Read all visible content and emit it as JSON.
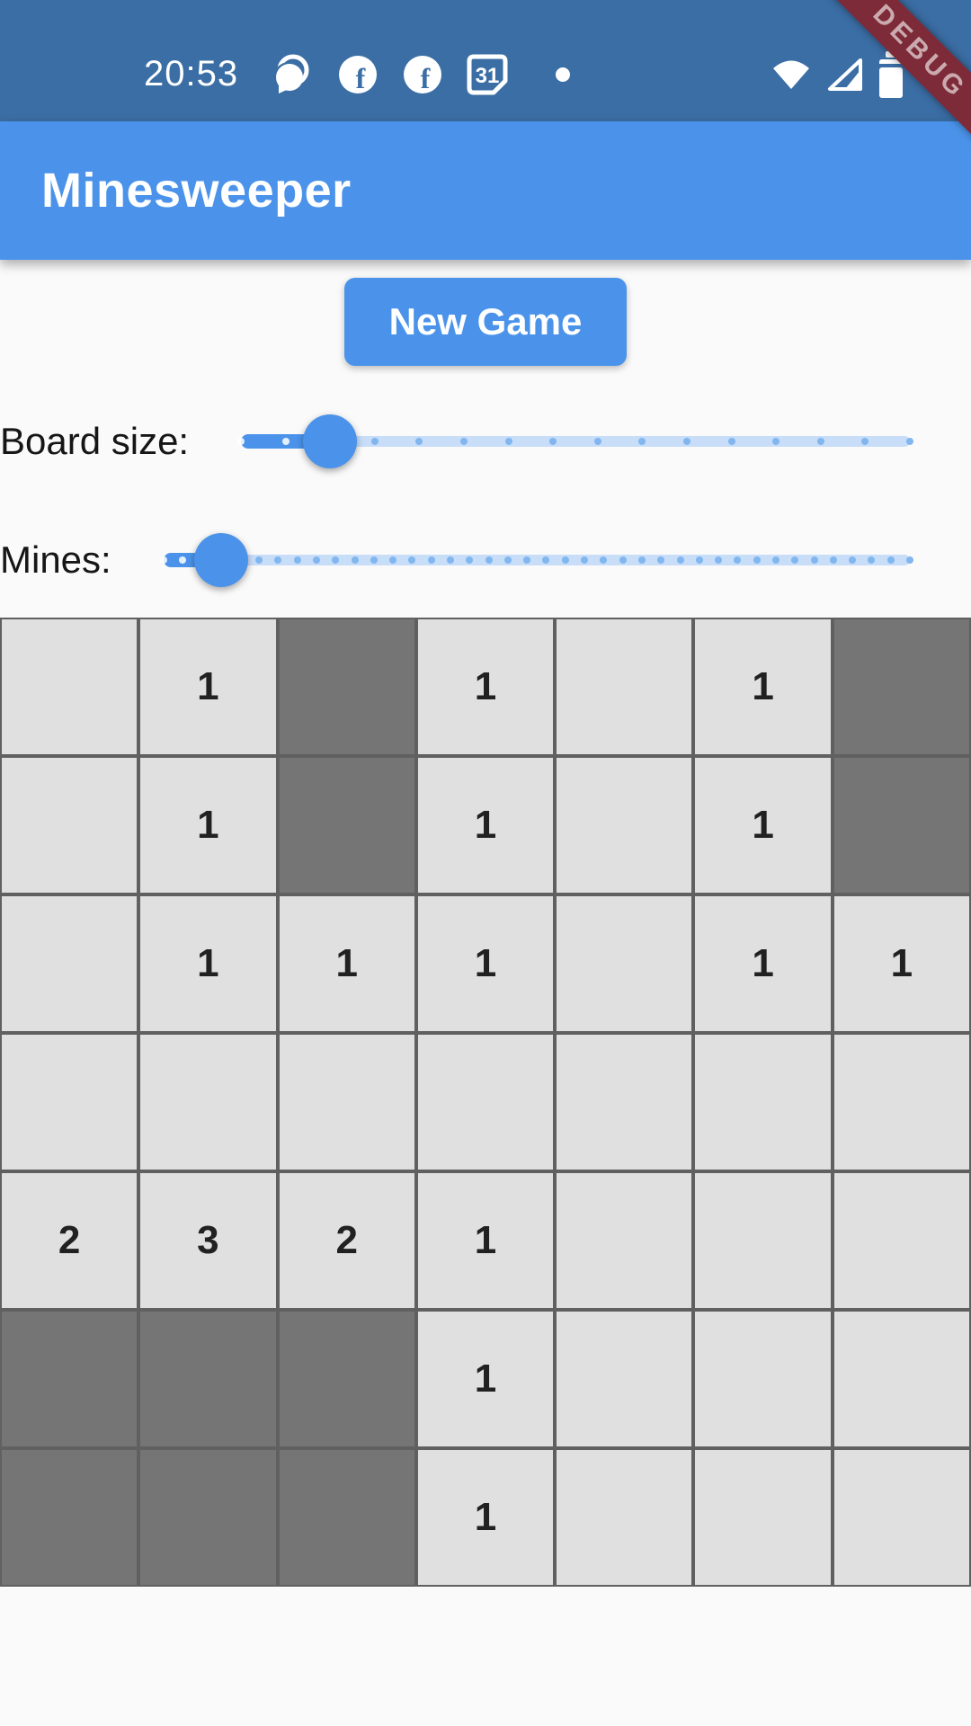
{
  "status_bar": {
    "time": "20:53",
    "calendar_day": "31",
    "icons_left": [
      "chat-bubble",
      "facebook",
      "facebook",
      "calendar",
      "notification-dot"
    ],
    "icons_right": [
      "wifi",
      "cell-signal",
      "battery"
    ]
  },
  "debug_banner": {
    "label": "DEBUG"
  },
  "app_bar": {
    "title": "Minesweeper"
  },
  "controls": {
    "new_game_label": "New Game",
    "board_size_label": "Board size:",
    "mines_label": "Mines:",
    "board_size_slider": {
      "ticks": 16,
      "thumb_frac": 0.1333
    },
    "mines_slider": {
      "ticks": 40,
      "thumb_frac": 0.077
    }
  },
  "board": {
    "cols": 7,
    "rows": 7,
    "legend": {
      "#": "covered cell",
      "": "revealed empty cell",
      "n": "revealed cell with adjacent-mine count"
    },
    "cells": [
      [
        "",
        "1",
        "#",
        "1",
        "",
        "1",
        "#"
      ],
      [
        "",
        "1",
        "#",
        "1",
        "",
        "1",
        "#"
      ],
      [
        "",
        "1",
        "1",
        "1",
        "",
        "1",
        "1"
      ],
      [
        "",
        "",
        "",
        "",
        "",
        "",
        ""
      ],
      [
        "2",
        "3",
        "2",
        "1",
        "",
        "",
        ""
      ],
      [
        "#",
        "#",
        "#",
        "1",
        "",
        "",
        ""
      ],
      [
        "#",
        "#",
        "#",
        "1",
        "",
        "",
        ""
      ]
    ]
  },
  "colors": {
    "status_bar_bg": "#3B6EA5",
    "app_bar_bg": "#4B93EA",
    "primary_blue": "#4B93EA",
    "debug_banner_bg": "#7D2B38",
    "background": "#FAFAFA",
    "slider_track_inactive": "#C7DDF8",
    "slider_tick_inactive": "#82B6EF",
    "cell_revealed": "#E0E0E0",
    "cell_covered": "#757575",
    "cell_border": "#606060",
    "cell_number": "#212121"
  }
}
